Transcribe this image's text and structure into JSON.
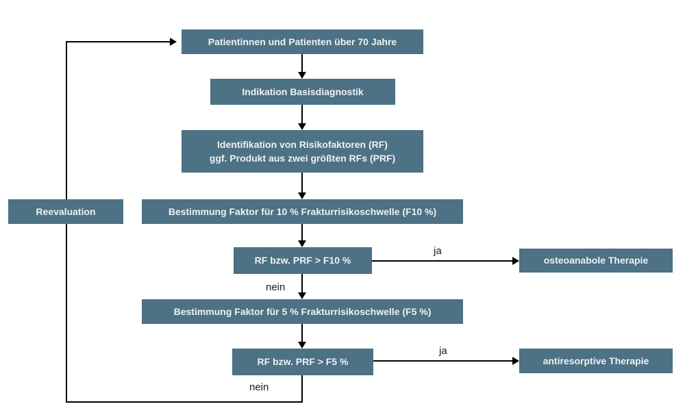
{
  "diagram": {
    "type": "flowchart",
    "language": "de",
    "nodes": {
      "patients": {
        "label": "Patientinnen und Patienten über 70 Jahre"
      },
      "basisdiagnostik": {
        "label": "Indikation Basisdiagnostik"
      },
      "risikofaktoren": {
        "line1": "Identifikation von Risikofaktoren (RF)",
        "line2": "ggf. Produkt aus zwei größten RFs (PRF)"
      },
      "f10": {
        "label": "Bestimmung Faktor für 10 % Frakturrisikoschwelle (F10 %)"
      },
      "reevaluation": {
        "label": "Reevaluation"
      },
      "rf_gt_f10": {
        "label": "RF bzw. PRF > F10 %"
      },
      "osteoanabole": {
        "label": "osteoanabole Therapie"
      },
      "f5": {
        "label": "Bestimmung Faktor für 5 % Frakturrisikoschwelle (F5 %)"
      },
      "rf_gt_f5": {
        "label": "RF bzw. PRF > F5 %"
      },
      "antiresorptive": {
        "label": "antiresorptive Therapie"
      }
    },
    "edge_labels": {
      "ja_f10": "ja",
      "nein_f10": "nein",
      "ja_f5": "ja",
      "nein_f5": "nein"
    }
  },
  "colors": {
    "node_fill": "#4d7185",
    "node_text": "#eff2f3",
    "line": "#000000",
    "label": "#1a1a1a",
    "background": "#ffffff"
  }
}
